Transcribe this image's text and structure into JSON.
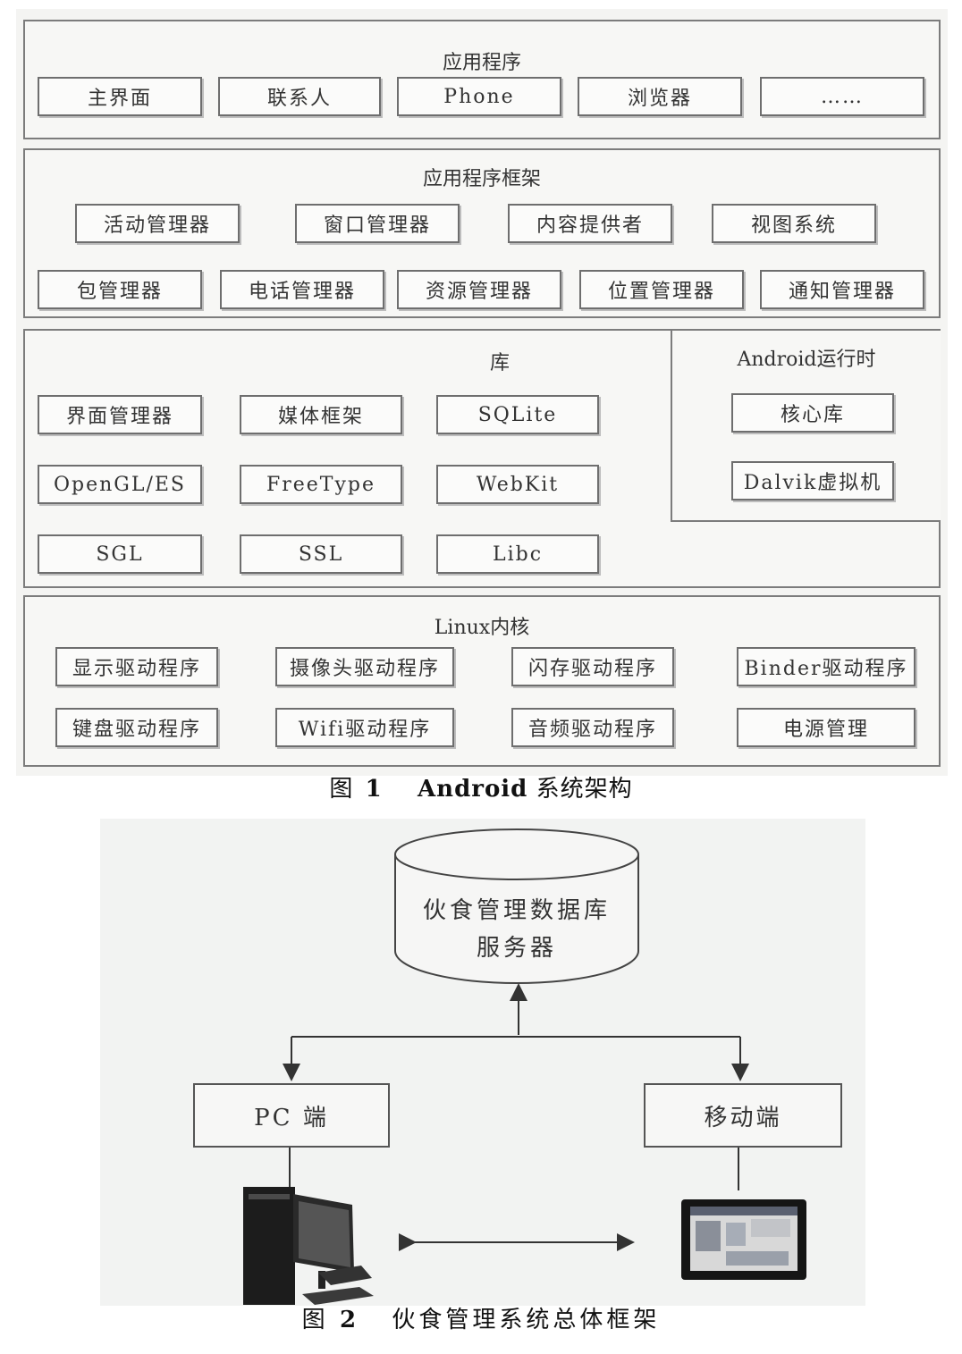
{
  "figure1": {
    "caption": {
      "prefix": "图",
      "number": "1",
      "bold": "Android",
      "suffix": "系统架构"
    },
    "applications": {
      "title": "应用程序",
      "items": [
        "主界面",
        "联系人",
        "Phone",
        "浏览器",
        "……"
      ]
    },
    "framework": {
      "title": "应用程序框架",
      "row1": [
        "活动管理器",
        "窗口管理器",
        "内容提供者",
        "视图系统"
      ],
      "row2": [
        "包管理器",
        "电话管理器",
        "资源管理器",
        "位置管理器",
        "通知管理器"
      ]
    },
    "libraries": {
      "title": "库",
      "row1": [
        "界面管理器",
        "媒体框架",
        "SQLite"
      ],
      "row2": [
        "OpenGL/ES",
        "FreeType",
        "WebKit"
      ],
      "row3": [
        "SGL",
        "SSL",
        "Libc"
      ]
    },
    "runtime": {
      "title": "Android运行时",
      "items": [
        "核心库",
        "Dalvik虚拟机"
      ]
    },
    "kernel": {
      "title": "Linux内核",
      "row1": [
        "显示驱动程序",
        "摄像头驱动程序",
        "闪存驱动程序",
        "Binder驱动程序"
      ],
      "row2": [
        "键盘驱动程序",
        "Wifi驱动程序",
        "音频驱动程序",
        "电源管理"
      ]
    }
  },
  "figure2": {
    "caption": {
      "prefix": "图",
      "number": "2",
      "text": "伙食管理系统总体框架"
    },
    "database": {
      "line1": "伙食管理数据库",
      "line2": "服务器"
    },
    "pc_node": "PC 端",
    "mobile_node": "移动端",
    "pc_device_icon": "desktop-computer-icon",
    "mobile_device_icon": "tablet-icon"
  }
}
